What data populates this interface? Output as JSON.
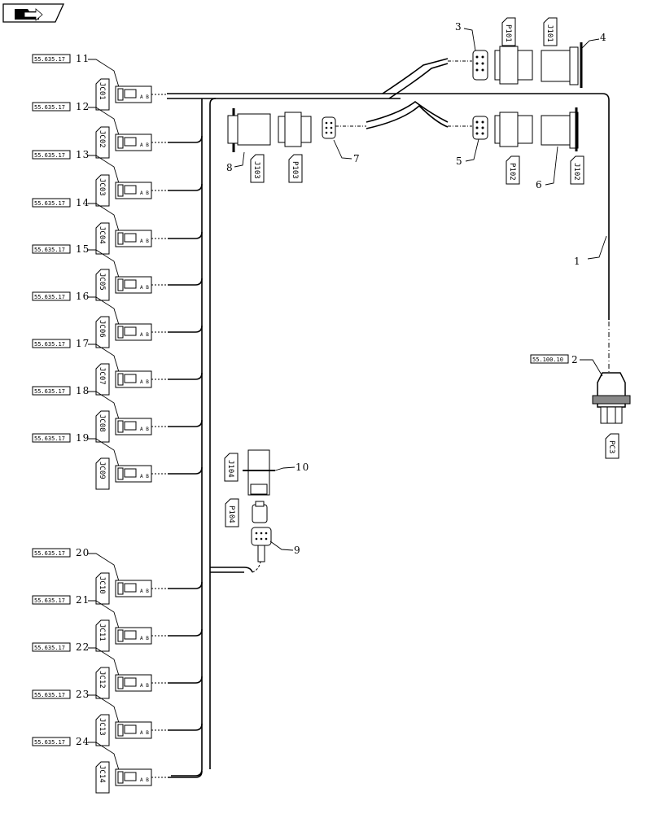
{
  "nav_icon": "arrow-folder-icon",
  "sensor_rows": [
    {
      "callout": "11",
      "ref": "55.635.17",
      "connector": "JC01"
    },
    {
      "callout": "12",
      "ref": "55.635.17",
      "connector": "JC02"
    },
    {
      "callout": "13",
      "ref": "55.635.17",
      "connector": "JC03"
    },
    {
      "callout": "14",
      "ref": "55.635.17",
      "connector": "JC04"
    },
    {
      "callout": "15",
      "ref": "55.635.17",
      "connector": "JC05"
    },
    {
      "callout": "16",
      "ref": "55.635.17",
      "connector": "JC06"
    },
    {
      "callout": "17",
      "ref": "55.635.17",
      "connector": "JC07"
    },
    {
      "callout": "18",
      "ref": "55.635.17",
      "connector": "JC08"
    },
    {
      "callout": "19",
      "ref": "55.635.17",
      "connector": "JC09"
    },
    {
      "callout": "20",
      "ref": "55.635.17",
      "connector": "JC10"
    },
    {
      "callout": "21",
      "ref": "55.635.17",
      "connector": "JC11"
    },
    {
      "callout": "22",
      "ref": "55.635.17",
      "connector": "JC12"
    },
    {
      "callout": "23",
      "ref": "55.635.17",
      "connector": "JC13"
    },
    {
      "callout": "24",
      "ref": "55.635.17",
      "connector": "JC14"
    }
  ],
  "callouts": {
    "c1": "1",
    "c2": "2",
    "c3": "3",
    "c4": "4",
    "c5": "5",
    "c6": "6",
    "c7": "7",
    "c8": "8",
    "c9": "9",
    "c10": "10"
  },
  "connector_labels": {
    "p101": "P101",
    "j101": "J101",
    "p102": "P102",
    "j102": "J102",
    "j103": "J103",
    "p103": "P103",
    "j104": "J104",
    "p104": "P104",
    "pc3": "PC3"
  },
  "ref_right": "55.100.10",
  "pin_letters": "A B"
}
